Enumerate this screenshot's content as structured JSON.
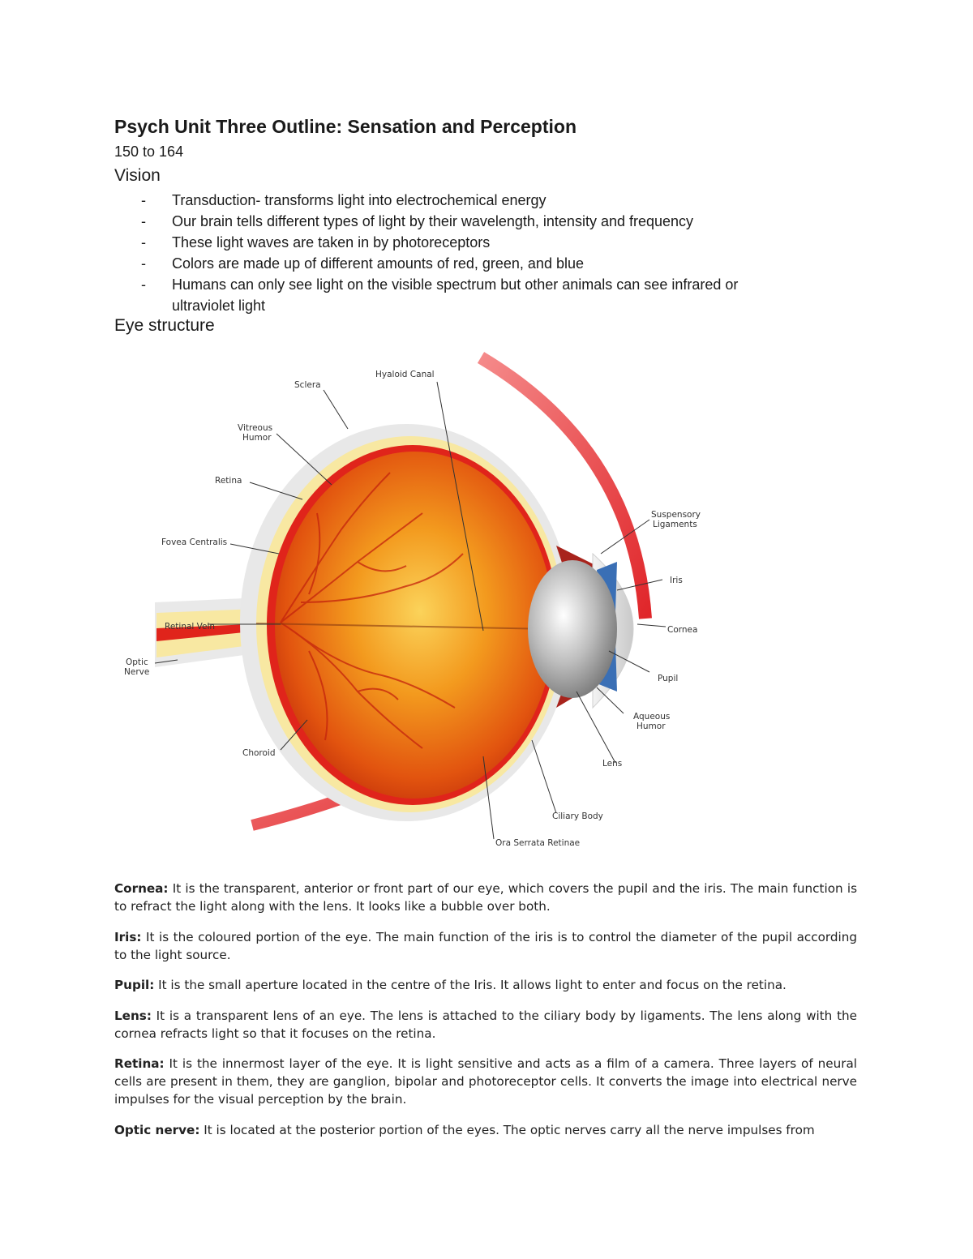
{
  "header": {
    "title": "Psych Unit Three Outline: Sensation and Perception",
    "pages": "150 to 164"
  },
  "vision": {
    "heading": "Vision",
    "bullets": [
      "Transduction- transforms light into electrochemical energy",
      "Our brain tells different types of light by their wavelength, intensity and frequency",
      "These light waves are taken in by photoreceptors",
      "Colors are made up of different amounts of red, green, and blue",
      "Humans can only see light on the visible spectrum but other animals can see infrared or ultraviolet light"
    ],
    "bullet_marker": "-"
  },
  "eye_structure": {
    "heading": "Eye structure",
    "diagram_labels": {
      "hyaloid_canal": "Hyaloid Canal",
      "sclera": "Sclera",
      "vitreous_1": "Vitreous",
      "vitreous_2": "Humor",
      "retina": "Retina",
      "fovea": "Fovea Centralis",
      "retinal_vein": "Retinal Vein",
      "optic_1": "Optic",
      "optic_2": "Nerve",
      "choroid": "Choroid",
      "suspensory_1": "Suspensory",
      "suspensory_2": "Ligaments",
      "iris": "Iris",
      "cornea": "Cornea",
      "pupil": "Pupil",
      "aqueous_1": "Aqueous",
      "aqueous_2": "Humor",
      "lens": "Lens",
      "ciliary": "Ciliary Body",
      "ora": "Ora Serrata Retinae"
    }
  },
  "definitions": [
    {
      "term": "Cornea:",
      "text": " It is the transparent, anterior or front part of our eye, which covers the pupil and the iris. The main function is to refract the light along with the lens. It looks like a bubble over both."
    },
    {
      "term": "Iris:",
      "text": " It is the coloured portion of the eye. The main function of the iris is to control the diameter of the pupil according to the light source."
    },
    {
      "term": "Pupil:",
      "text": " It is the small aperture located in the centre of the Iris. It allows light to enter and focus on the retina."
    },
    {
      "term": "Lens:",
      "text": " It is a transparent  lens of an eye. The lens is attached to the ciliary body by ligaments. The lens along with the cornea refracts light so that it focuses on the retina."
    },
    {
      "term": "Retina:",
      "text": " It is the innermost layer of the eye. It is light sensitive and acts as a film of a camera. Three layers of neural cells are present in them, they are ganglion, bipolar and photoreceptor cells. It converts the image into electrical nerve impulses for the visual perception by the brain."
    },
    {
      "term": "Optic nerve:",
      "text": " It is located at the posterior portion of the eyes. The optic nerves carry all the nerve impulses from"
    }
  ],
  "colors": {
    "eyeball_center": "#f7b52a",
    "eyeball_edge": "#d63d0c",
    "retina_red": "#e0241b",
    "choroid_yellow": "#f8e8a2",
    "iris_blue": "#3a6fb5"
  }
}
